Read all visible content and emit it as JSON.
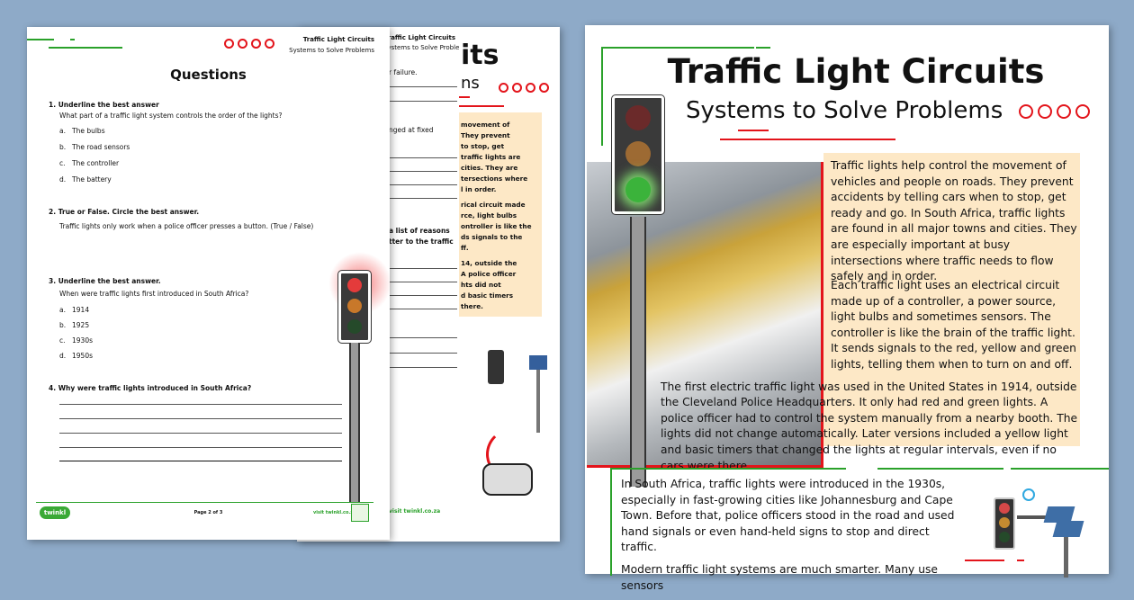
{
  "worksheet": {
    "header_title": "Traffic Light Circuits",
    "header_subtitle": "Systems to Solve Problems",
    "heading": "Questions",
    "questions": [
      {
        "num": "1.",
        "instruction": "Underline the best answer",
        "prompt": "What part of a traffic light system controls the order of the lights?",
        "options": [
          {
            "l": "a.",
            "t": "The bulbs"
          },
          {
            "l": "b.",
            "t": "The road sensors"
          },
          {
            "l": "c.",
            "t": "The controller"
          },
          {
            "l": "d.",
            "t": "The battery"
          }
        ]
      },
      {
        "num": "2.",
        "instruction": "True or False. Circle the best answer.",
        "prompt": "Traffic lights only work when a police officer presses a button. (True / False)"
      },
      {
        "num": "3.",
        "instruction": "Underline the best answer.",
        "prompt": "When were traffic lights first introduced in South Africa?",
        "options": [
          {
            "l": "a.",
            "t": "1914"
          },
          {
            "l": "b.",
            "t": "1925"
          },
          {
            "l": "c.",
            "t": "1930s"
          },
          {
            "l": "d.",
            "t": "1950s"
          }
        ]
      },
      {
        "num": "4.",
        "instruction": "Why were traffic lights introduced in South Africa?"
      }
    ],
    "footer_logo": "twinkl",
    "footer_page": "Page 2 of 3",
    "footer_site": "visit twinkl.co.za"
  },
  "middle_page": {
    "header_title": "Traffic Light Circuits",
    "header_subtitle": "Systems to Solve Problems",
    "fragments": [
      "r failure.",
      "nged at fixed",
      "a list of reasons",
      "tter to the traffic"
    ],
    "footer_site": "visit twinkl.co.za"
  },
  "middle_behind": {
    "title_fragment": "its",
    "subtitle_fragment": "ns",
    "text_fragments": [
      "movement of",
      "They prevent",
      "to stop, get",
      "traffic lights are",
      "cities. They are",
      "tersections where",
      "l in order.",
      "rical circuit made",
      "rce, light bulbs",
      "ontroller is like the",
      "ds signals to the",
      "ff.",
      "14, outside the",
      "A police officer",
      "hts did not",
      "d basic timers",
      "there."
    ]
  },
  "reading": {
    "title": "Traffic Light Circuits",
    "subtitle": "Systems to Solve Problems",
    "paragraphs": [
      "Traffic lights help control the movement of vehicles and people on roads. They prevent accidents by telling cars when to stop, get ready and go. In South Africa, traffic lights are found in all major towns and cities. They are especially important at busy intersections where traffic needs to flow safely and in order.",
      "Each traffic light uses an electrical circuit made up of a controller, a power source, light bulbs and sometimes sensors. The controller is like the brain of the traffic light. It sends signals to the red, yellow and green lights, telling them when to turn on and off.",
      "The first electric traffic light was used in the United States in 1914, outside the Cleveland Police Headquarters. It only had red and green lights. A police officer had to control the system manually from a nearby booth. The lights did not change automatically. Later versions included a yellow light and basic timers that changed the lights at regular intervals, even if no cars were there."
    ],
    "bottom_paragraphs": [
      "In South Africa, traffic lights were introduced in the 1930s, especially in fast-growing cities like Johannesburg and Cape Town. Before that, police officers stood in the road and used hand signals or even hand-held signs to stop and direct traffic.",
      "Modern traffic light systems are much smarter. Many use sensors"
    ]
  },
  "colors": {
    "background": "#8eaac8",
    "accent_red": "#e3141b",
    "accent_green": "#2aa12a",
    "text_box": "#fde8c6"
  }
}
